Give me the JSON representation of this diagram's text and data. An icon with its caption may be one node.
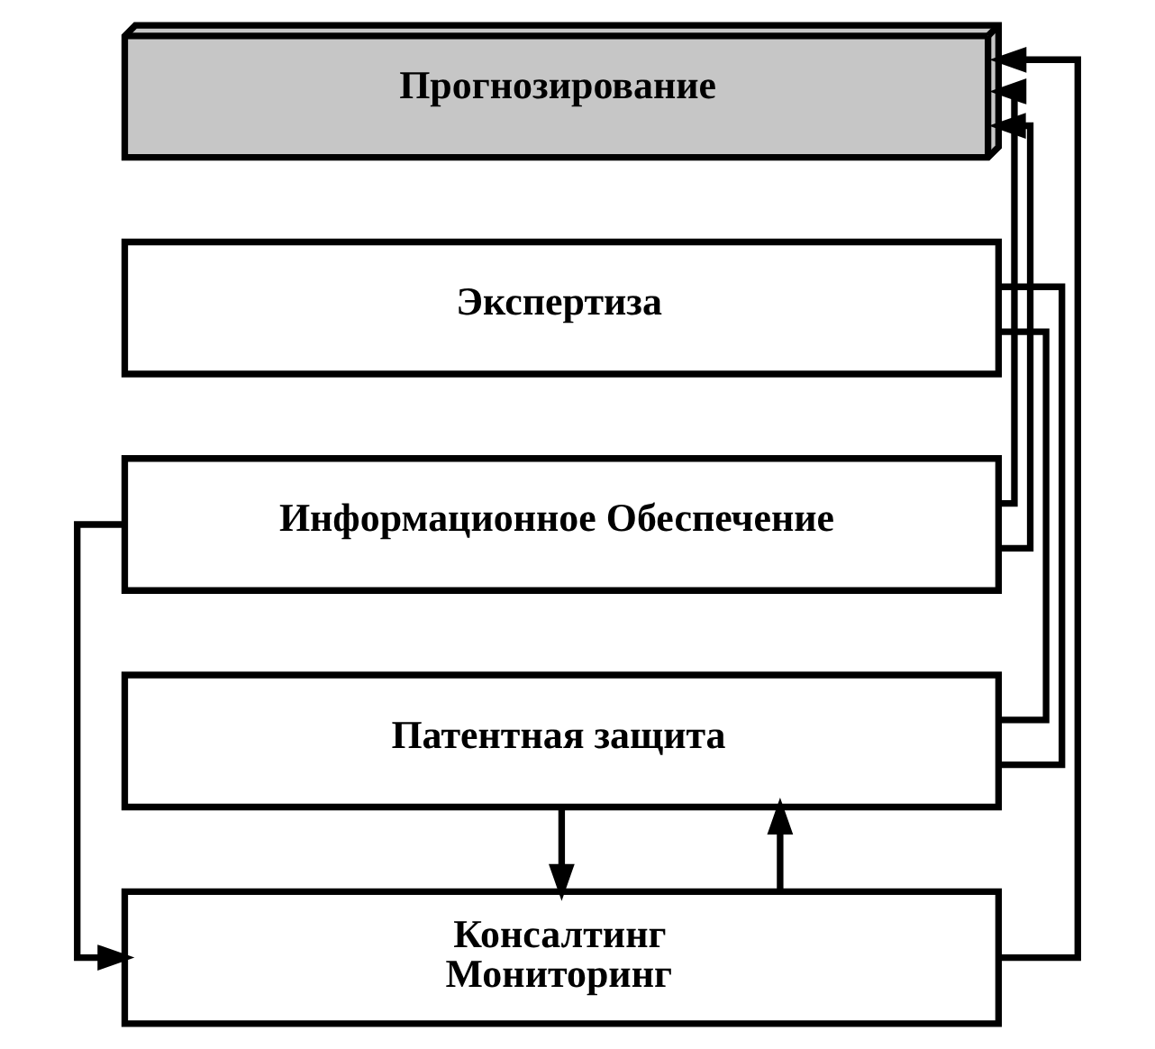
{
  "diagram": {
    "nodes": [
      {
        "text": [
          "Прогнозирование"
        ]
      },
      {
        "text": [
          "Экспертиза"
        ]
      },
      {
        "text": [
          "Информационное Обеспечение"
        ]
      },
      {
        "text": [
          "Патентная защита"
        ]
      },
      {
        "text": [
          "Консалтинг",
          "Мониторинг"
        ]
      }
    ],
    "edges": [
      {
        "from": 2,
        "to": 0,
        "arrow": "to"
      },
      {
        "from": 2,
        "to": 0,
        "arrow": "to"
      },
      {
        "from": 1,
        "to": 3,
        "arrow": "none"
      },
      {
        "from": 1,
        "to": 3,
        "arrow": "none"
      },
      {
        "from": 2,
        "to": 4,
        "arrow": "to"
      },
      {
        "from": 3,
        "to": 4,
        "arrow": "to"
      },
      {
        "from": 4,
        "to": 3,
        "arrow": "to"
      },
      {
        "from": 4,
        "to": 0,
        "arrow": "to"
      }
    ]
  }
}
